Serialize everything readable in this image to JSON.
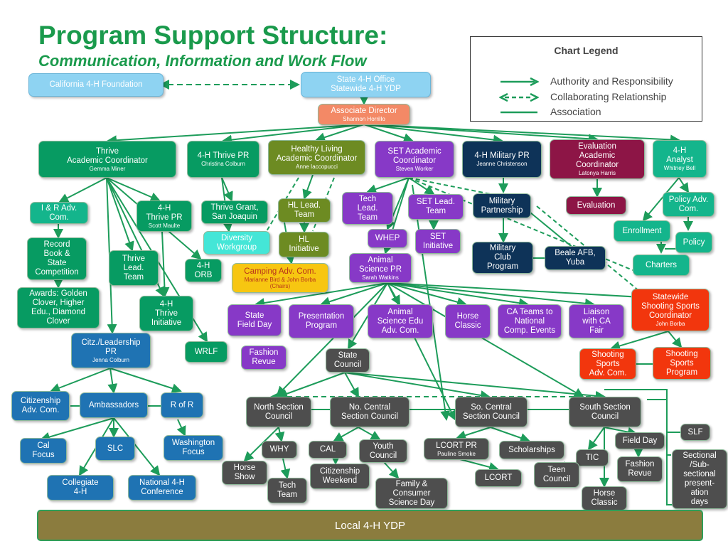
{
  "title": "Program Support Structure:",
  "subtitle": "Communication, Information and Work Flow",
  "legend": {
    "title": "Chart Legend",
    "authority": "Authority and Responsibility",
    "collaborating": "Collaborating Relationship",
    "association": "Association"
  },
  "colors": {
    "title": "#1a9a4c",
    "connector": "#1d9c5a",
    "green": "#079b62",
    "purple": "#8739c7",
    "olive": "#6d8b22",
    "navy": "#0e3358",
    "maroon": "#8d1546",
    "blue": "#1f73b3",
    "gray": "#4e4e4e",
    "red": "#f2360d",
    "yellow": "#f7c611",
    "local": "#8b7c3e"
  },
  "nodes": {
    "california_foundation": "California 4-H Foundation",
    "state_office": "State 4-H Office\nStatewide 4-H YDP",
    "associate_director": {
      "label": "Associate Director",
      "name": "Shannon Horrillo"
    },
    "thrive_coord": {
      "label": "Thrive\nAcademic Coordinator",
      "name": "Gemma Miner"
    },
    "thrive_pr": {
      "label": "4-H Thrive PR",
      "name": "Christina Colburn"
    },
    "healthy_living": {
      "label": "Healthy Living\nAcademic Coordinator",
      "name": "Anne Iaccopucci"
    },
    "set_coord": {
      "label": "SET Academic\nCoordinator",
      "name": "Steven Worker"
    },
    "military_pr": {
      "label": "4-H Military PR",
      "name": "Jeanne Christenson"
    },
    "evaluation_coord": {
      "label": "Evaluation\nAcademic\nCoordinator",
      "name": "Latonya Harris"
    },
    "analyst": {
      "label": "4-H\nAnalyst",
      "name": "Whitney Bell"
    },
    "ir_adv": "I & R Adv.\nCom.",
    "thrive_pr2": {
      "label": "4-H\nThrive PR",
      "name": "Scott Maulte"
    },
    "thrive_grant": "Thrive Grant,\nSan Joaquin",
    "hl_lead_team": "HL Lead.\nTeam",
    "tech_lead_team": "Tech\nLead.\nTeam",
    "set_lead_team": "SET Lead.\nTeam",
    "military_partnership": "Military\nPartnership",
    "evaluation": "Evaluation",
    "policy_adv": "Policy Adv.\nCom.",
    "enrollment": "Enrollment",
    "policy": "Policy",
    "charters": "Charters",
    "record_book": "Record\nBook &\nState\nCompetition",
    "diversity": "Diversity\nWorkgroup",
    "hl_initiative": "HL\nInitiative",
    "whep": "WHEP",
    "set_initiative": "SET\nInitiative",
    "military_club": "Military\nClub\nProgram",
    "beale": "Beale AFB,\nYuba",
    "thrive_lead_team": "Thrive\nLead.\nTeam",
    "orb": "4-H\nORB",
    "camping": {
      "label": "Camping Adv. Com.",
      "name": "Marianne Bird & John Borba\n(Chairs)"
    },
    "animal_science_pr": {
      "label": "Animal\nScience PR",
      "name": "Sarah Watkins"
    },
    "awards": "Awards: Golden\nClover, Higher\nEdu., Diamond\nClover",
    "thrive_initiative": "4-H\nThrive\nInitiative",
    "state_field_day": "State\nField Day",
    "presentation": "Presentation\nProgram",
    "animal_sci_edu": "Animal\nScience Edu\nAdv. Com.",
    "horse_classic_state": "Horse\nClassic",
    "ca_teams": "CA Teams to\nNational\nComp. Events",
    "liaison": "Liaison\nwith CA\nFair",
    "shooting_coord": {
      "label": "Statewide\nShooting Sports\nCoordinator",
      "name": "John Borba"
    },
    "citz_pr": {
      "label": "Citz./Leadership\nPR",
      "name": "Jenna Colburn"
    },
    "wrlf": "WRLF",
    "fashion_revue_state": "Fashion\nRevue",
    "state_council": "State\nCouncil",
    "shooting_adv": "Shooting\nSports\nAdv. Com.",
    "shooting_program": "Shooting\nSports\nProgram",
    "citizenship_adv": "Citizenship\nAdv. Com.",
    "ambassadors": "Ambassadors",
    "r_of_r": "R of R",
    "north_section": "North Section\nCouncil",
    "no_central": "No. Central\nSection Council",
    "so_central": "So. Central\nSection Council",
    "south_section": "South Section\nCouncil",
    "slf": "SLF",
    "cal_focus": "Cal\nFocus",
    "slc": "SLC",
    "washington_focus": "Washington\nFocus",
    "why": "WHY",
    "cal": "CAL",
    "youth_council": "Youth\nCouncil",
    "lcort_pr": {
      "label": "LCORT PR",
      "name": "Pauline Smoke"
    },
    "scholarships": "Scholarships",
    "field_day": "Field Day",
    "tic": "TIC",
    "sectional": "Sectional\n/Sub-\nsectional\npresent-\nation\ndays",
    "horse_show": "Horse\nShow",
    "citizenship_weekend": "Citizenship\nWeekend",
    "lcort": "LCORT",
    "teen_council": "Teen\nCouncil",
    "fashion_revue_south": "Fashion\nRevue",
    "collegiate": "Collegiate\n4-H",
    "national_conference": "National 4-H\nConference",
    "tech_team": "Tech\nTeam",
    "family_consumer": "Family &\nConsumer\nScience Day",
    "horse_classic_south": "Horse\nClassic",
    "local": "Local 4-H YDP"
  }
}
